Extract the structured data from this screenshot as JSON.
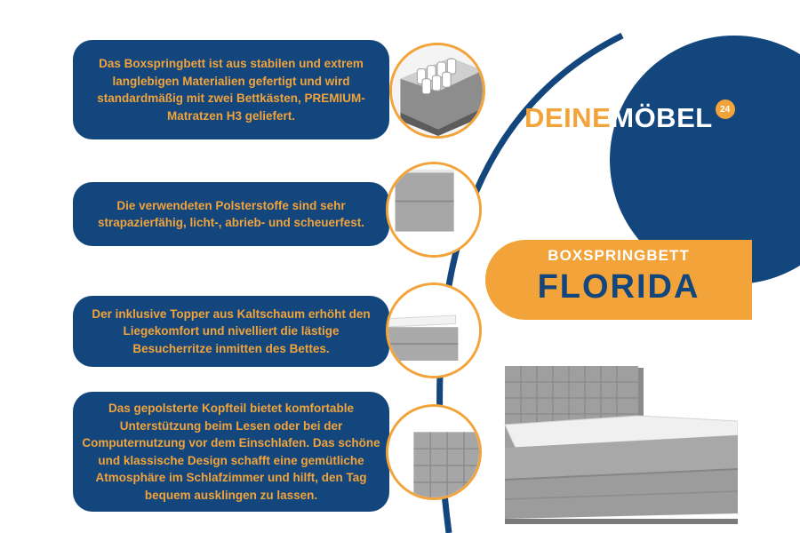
{
  "brand": {
    "name_part1": "DEINE",
    "name_part2": "MÖBEL",
    "badge": "24",
    "colors": {
      "navy": "#12467d",
      "orange": "#f2a33a",
      "white": "#ffffff"
    }
  },
  "product": {
    "category": "BOXSPRINGBETT",
    "name": "FLORIDA"
  },
  "features": [
    {
      "text": "Das Boxspringbett ist aus stabilen und extrem langlebigen Materialien gefertigt und wird standardmäßig mit zwei Bettkästen, PREMIUM-Matratzen H3 geliefert.",
      "icon": "mattress-cross-section-image"
    },
    {
      "text": "Die verwendeten Polsterstoffe sind sehr strapazierfähig, licht-, abrieb- und scheuerfest.",
      "icon": "upholstery-fabric-image"
    },
    {
      "text": "Der inklusive Topper aus Kaltschaum erhöht den Liegekomfort und nivelliert die lästige Besucherritze inmitten des Bettes.",
      "icon": "topper-image"
    },
    {
      "text": "Das gepolsterte Kopfteil bietet komfortable Unterstützung beim Lesen oder bei der Computernutzung vor dem Einschlafen. Das schöne und klassische Design schafft eine gemütliche Atmosphäre im Schlafzimmer und hilft, den Tag bequem ausklingen zu lassen.",
      "icon": "headboard-image"
    }
  ]
}
